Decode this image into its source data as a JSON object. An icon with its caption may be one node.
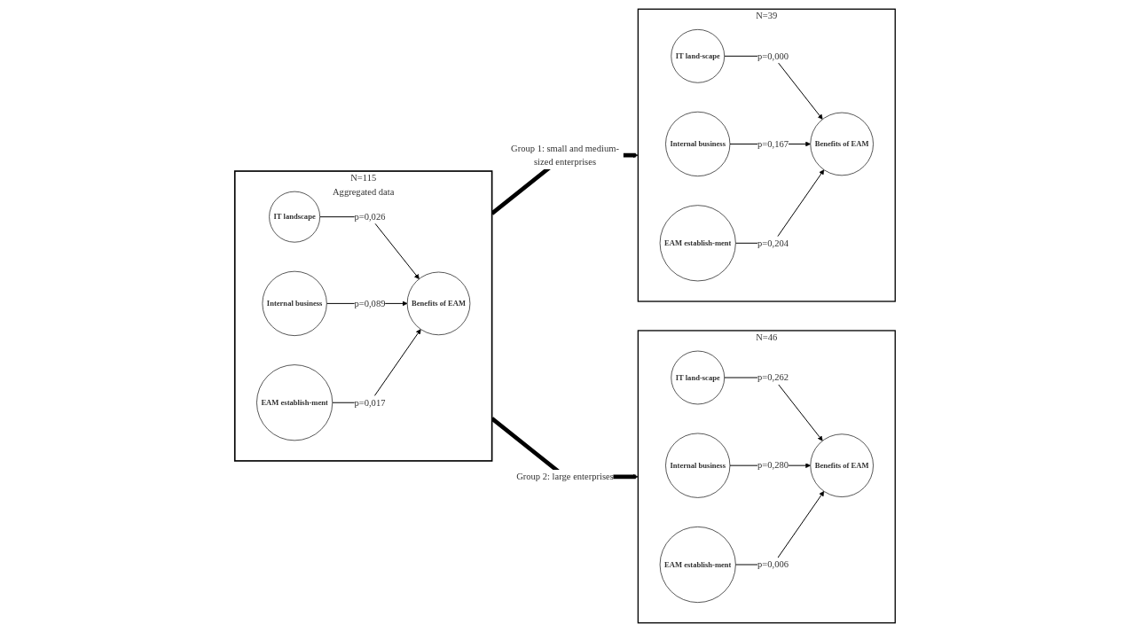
{
  "diagram": {
    "nodes": [
      {
        "text": [
          "Aggregated data"
        ],
        "beside": [
          "N=115"
        ]
      },
      {
        "text": [
          "IT landscape"
        ],
        "in": 0
      },
      {
        "text": [
          "Internal business"
        ],
        "in": 0
      },
      {
        "text": [
          "EAM establish-ment"
        ],
        "in": 0
      },
      {
        "text": [
          "Benefits of EAM"
        ],
        "in": 0
      },
      {
        "text": [],
        "shape": "box",
        "beside": [
          "N=39"
        ]
      },
      {
        "text": [
          "IT land-scape"
        ],
        "in": 5
      },
      {
        "text": [
          "Internal business"
        ],
        "in": 5
      },
      {
        "text": [
          "EAM establish-ment"
        ],
        "in": 5
      },
      {
        "text": [
          "Benefits of EAM"
        ],
        "in": 5
      },
      {
        "text": [],
        "shape": "box",
        "beside": [
          "N=46"
        ]
      },
      {
        "text": [
          "IT land-scape"
        ],
        "in": 10
      },
      {
        "text": [
          "Internal business"
        ],
        "in": 10
      },
      {
        "text": [
          "EAM establish-ment"
        ],
        "in": 10
      },
      {
        "text": [
          "Benefits of EAM"
        ],
        "in": 10
      }
    ],
    "edges": [
      {
        "from": 1,
        "to": 4,
        "arrow": "to",
        "label": "p=0,026"
      },
      {
        "from": 2,
        "to": 4,
        "arrow": "to",
        "label": "p=0,089"
      },
      {
        "from": 3,
        "to": 4,
        "arrow": "to",
        "label": "p=0,017"
      },
      {
        "from": 0,
        "to": 5,
        "arrow": "to",
        "label": "Group 1: small and medium-sized enterprises",
        "style": "thick"
      },
      {
        "from": 0,
        "to": 10,
        "arrow": "to",
        "label": "Group 2: large enterprises",
        "style": "thick"
      },
      {
        "from": 6,
        "to": 9,
        "arrow": "to",
        "label": "p=0,000"
      },
      {
        "from": 7,
        "to": 9,
        "arrow": "to",
        "label": "p=0,167"
      },
      {
        "from": 8,
        "to": 9,
        "arrow": "to",
        "label": "p=0,204"
      },
      {
        "from": 11,
        "to": 14,
        "arrow": "to",
        "label": "p=0,262"
      },
      {
        "from": 12,
        "to": 14,
        "arrow": "to",
        "label": "p=0,280"
      },
      {
        "from": 13,
        "to": 14,
        "arrow": "to",
        "label": "p=0,006"
      }
    ]
  }
}
